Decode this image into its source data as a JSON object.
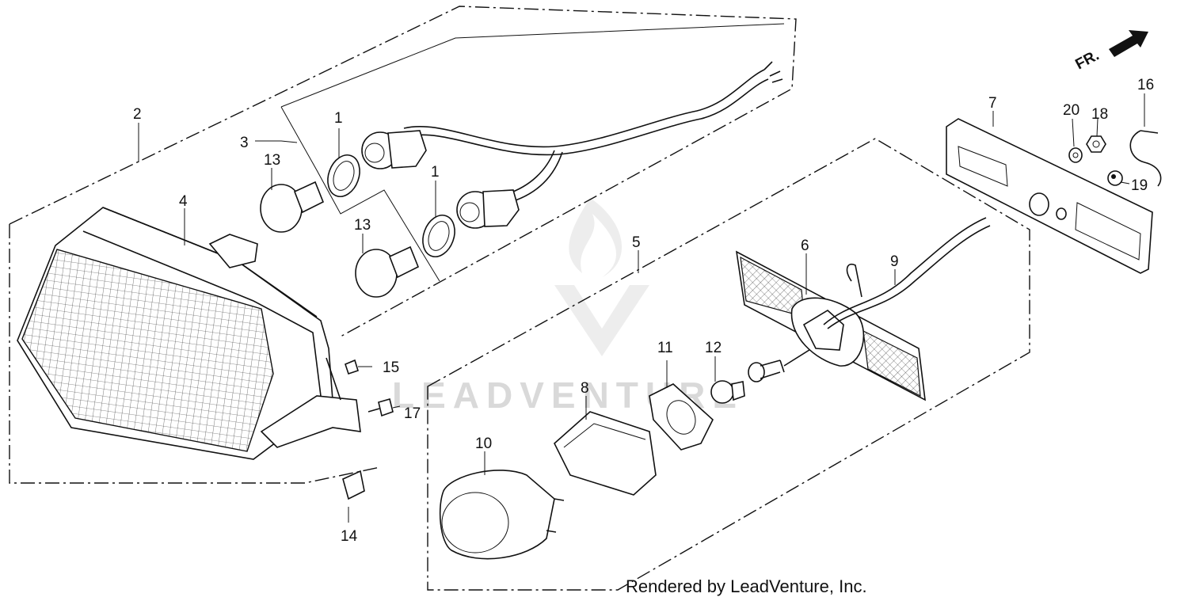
{
  "direction_label": "FR.",
  "watermark": "LEADVENTURE",
  "footer": "Rendered by LeadVenture, Inc.",
  "callouts": {
    "c1a": "1",
    "c1b": "1",
    "c2": "2",
    "c3": "3",
    "c4": "4",
    "c5": "5",
    "c6": "6",
    "c7": "7",
    "c8": "8",
    "c9": "9",
    "c10": "10",
    "c11": "11",
    "c12": "12",
    "c13a": "13",
    "c13b": "13",
    "c14": "14",
    "c15": "15",
    "c16": "16",
    "c17": "17",
    "c18": "18",
    "c19": "19",
    "c20": "20"
  }
}
